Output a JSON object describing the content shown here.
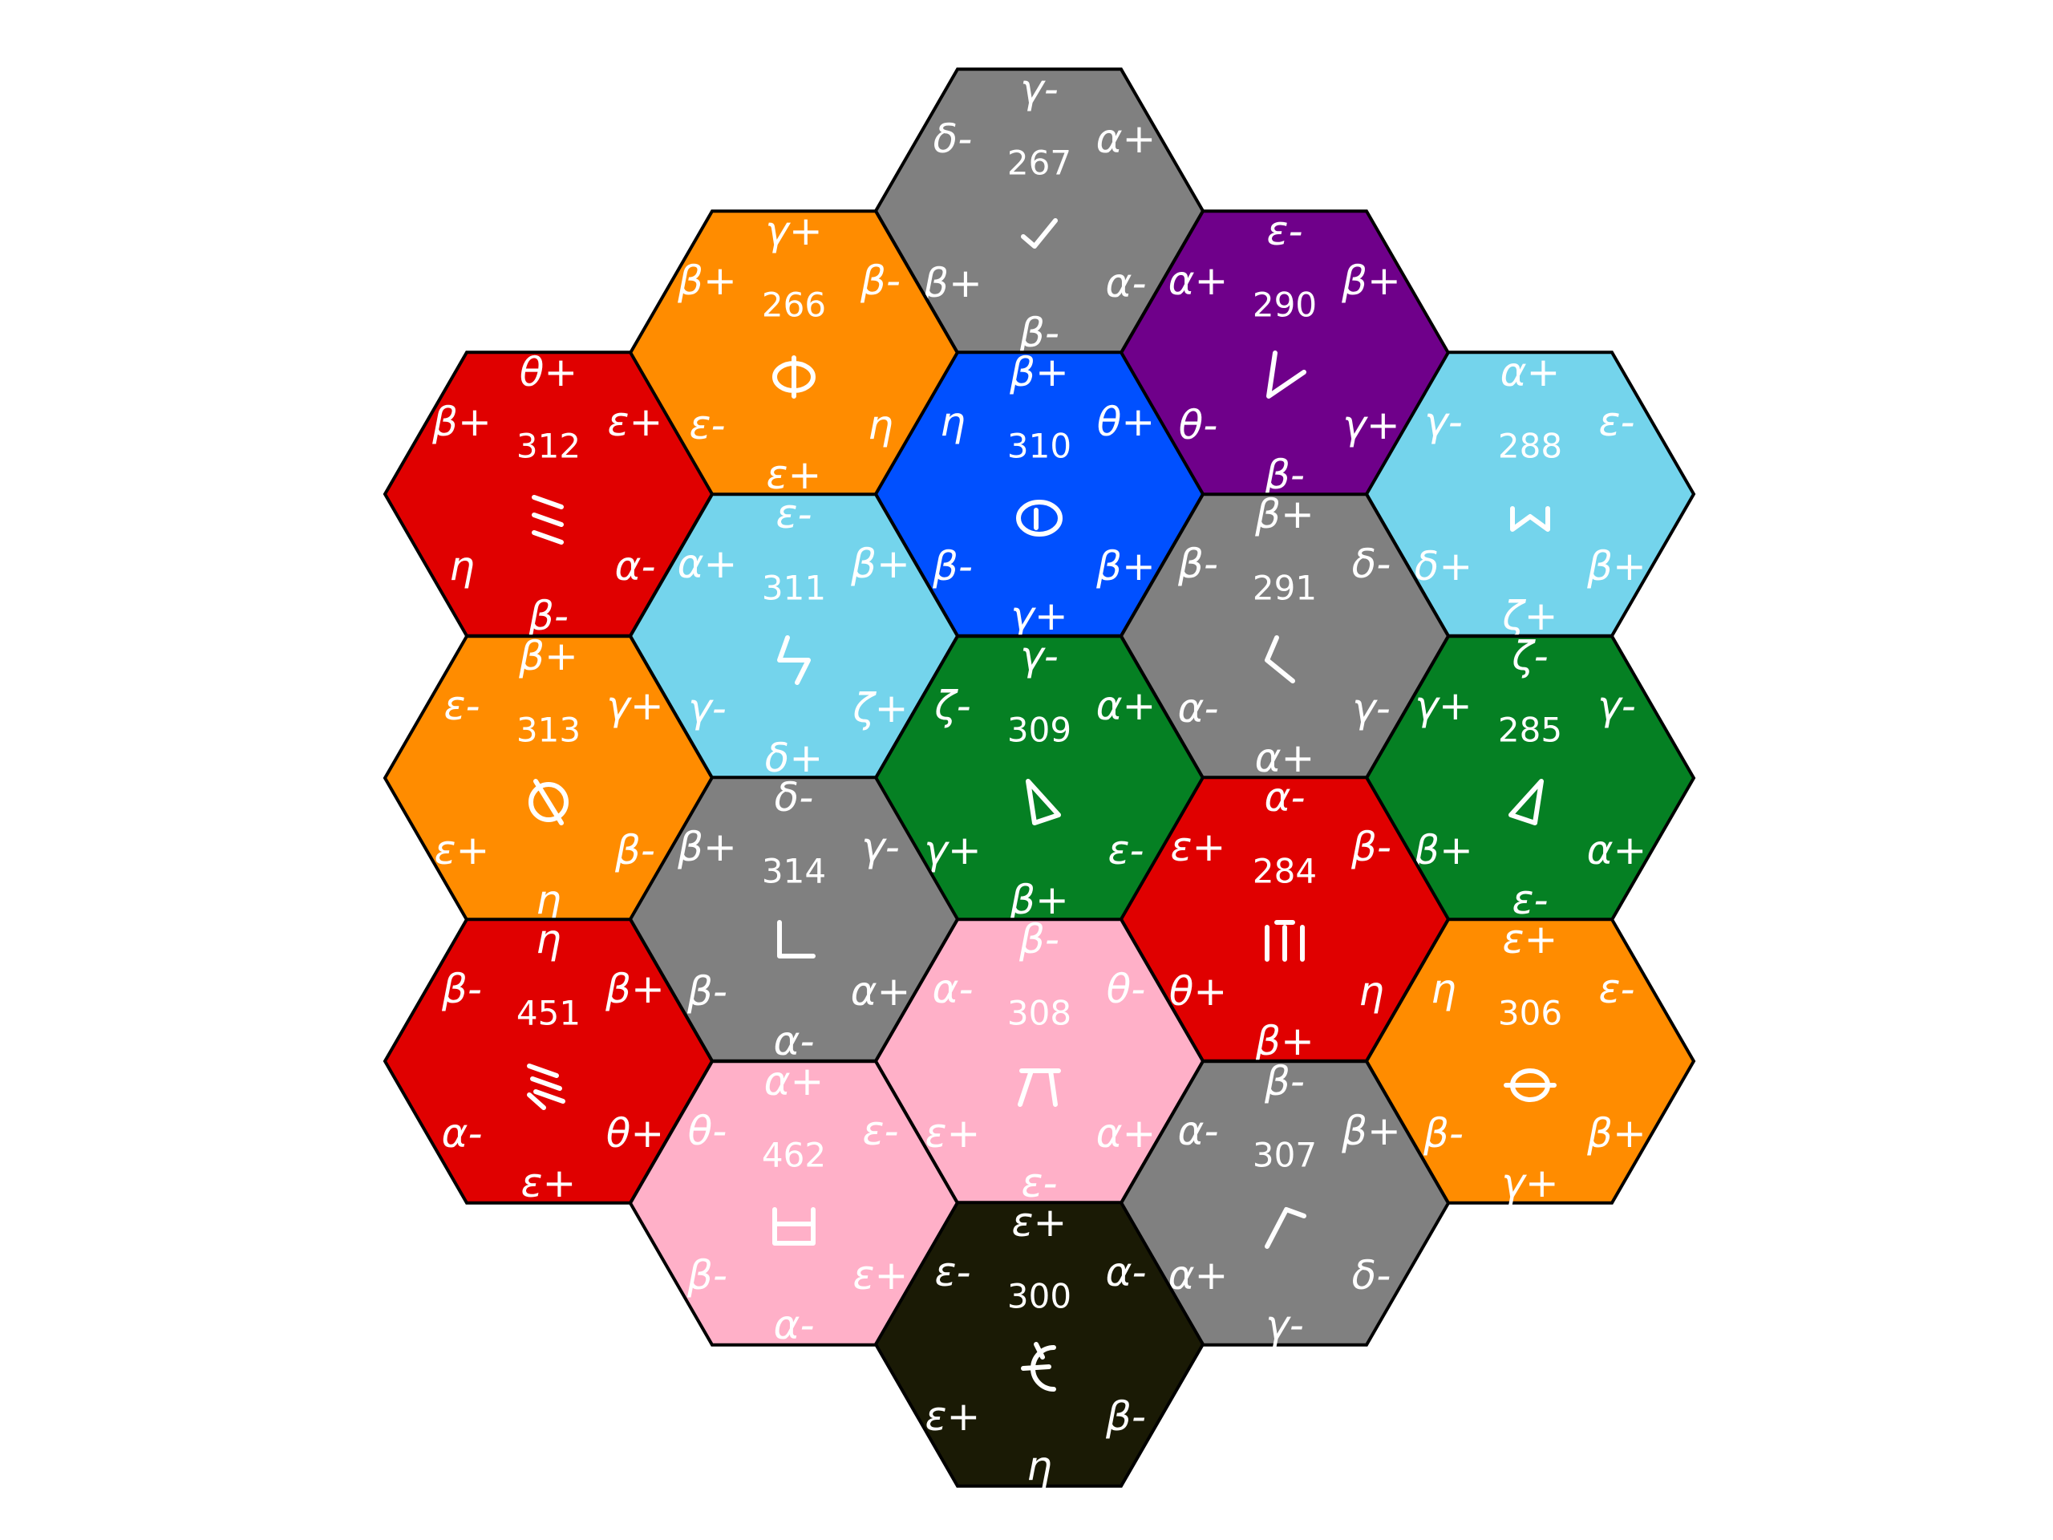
{
  "board": {
    "tiles": [
      {
        "id": "267",
        "color": "#808080",
        "labels": [
          "γ-",
          "α+",
          "α-",
          "β-",
          "β+",
          "δ-"
        ],
        "icon": "check-glyph"
      },
      {
        "id": "266",
        "color": "#ff8c00",
        "labels": [
          "γ+",
          "β-",
          "η",
          "ε+",
          "ε-",
          "β+"
        ],
        "icon": "phi-glyph"
      },
      {
        "id": "290",
        "color": "#6f008a",
        "labels": [
          "ε-",
          "β+",
          "γ+",
          "β-",
          "θ-",
          "α+"
        ],
        "icon": "v-glyph"
      },
      {
        "id": "312",
        "color": "#e00000",
        "labels": [
          "θ+",
          "ε+",
          "α-",
          "β-",
          "η",
          "β+"
        ],
        "icon": "three-dash-glyph"
      },
      {
        "id": "310",
        "color": "#0050ff",
        "labels": [
          "β+",
          "θ+",
          "β+",
          "γ+",
          "β-",
          "η"
        ],
        "icon": "theta-glyph"
      },
      {
        "id": "288",
        "color": "#74d4ec",
        "labels": [
          "α+",
          "ε-",
          "β+",
          "ζ+",
          "δ+",
          "γ-"
        ],
        "icon": "omega-glyph"
      },
      {
        "id": "311",
        "color": "#74d4ec",
        "labels": [
          "ε-",
          "β+",
          "ζ+",
          "δ+",
          "γ-",
          "α+"
        ],
        "icon": "zeta-glyph"
      },
      {
        "id": "291",
        "color": "#808080",
        "labels": [
          "β+",
          "δ-",
          "γ-",
          "α+",
          "α-",
          "β-"
        ],
        "icon": "angle-glyph"
      },
      {
        "id": "313",
        "color": "#ff8c00",
        "labels": [
          "β+",
          "γ+",
          "β-",
          "η",
          "ε+",
          "ε-"
        ],
        "icon": "slashed-circle-glyph"
      },
      {
        "id": "309",
        "color": "#058023",
        "labels": [
          "γ-",
          "α+",
          "ε-",
          "β+",
          "γ+",
          "ζ-"
        ],
        "icon": "triangle-right-glyph"
      },
      {
        "id": "285",
        "color": "#058023",
        "labels": [
          "ζ-",
          "γ-",
          "α+",
          "ε-",
          "β+",
          "γ+"
        ],
        "icon": "triangle-left-glyph"
      },
      {
        "id": "314",
        "color": "#808080",
        "labels": [
          "δ-",
          "γ-",
          "α+",
          "α-",
          "β-",
          "β+"
        ],
        "icon": "corner-glyph"
      },
      {
        "id": "284",
        "color": "#e00000",
        "labels": [
          "α-",
          "β-",
          "η",
          "β+",
          "θ+",
          "ε+"
        ],
        "icon": "three-bar-glyph"
      },
      {
        "id": "451",
        "color": "#e00000",
        "labels": [
          "η",
          "β+",
          "θ+",
          "ε+",
          "α-",
          "β-"
        ],
        "icon": "slanted-lines-glyph"
      },
      {
        "id": "308",
        "color": "#ffb0c8",
        "labels": [
          "β-",
          "θ-",
          "α+",
          "ε-",
          "ε+",
          "α-"
        ],
        "icon": "pi-glyph"
      },
      {
        "id": "306",
        "color": "#ff8c00",
        "labels": [
          "ε+",
          "ε-",
          "β+",
          "γ+",
          "β-",
          "η"
        ],
        "icon": "theta-bar-glyph"
      },
      {
        "id": "462",
        "color": "#ffb0c8",
        "labels": [
          "α+",
          "ε-",
          "ε+",
          "α-",
          "β-",
          "θ-"
        ],
        "icon": "box-glyph"
      },
      {
        "id": "307",
        "color": "#808080",
        "labels": [
          "β-",
          "β+",
          "δ-",
          "γ-",
          "α+",
          "α-"
        ],
        "icon": "gamma-glyph"
      },
      {
        "id": "300",
        "color": "#1a1a05",
        "labels": [
          "ε+",
          "α-",
          "β-",
          "η",
          "ε+",
          "ε-"
        ],
        "icon": "epsilon-glyph"
      }
    ]
  }
}
